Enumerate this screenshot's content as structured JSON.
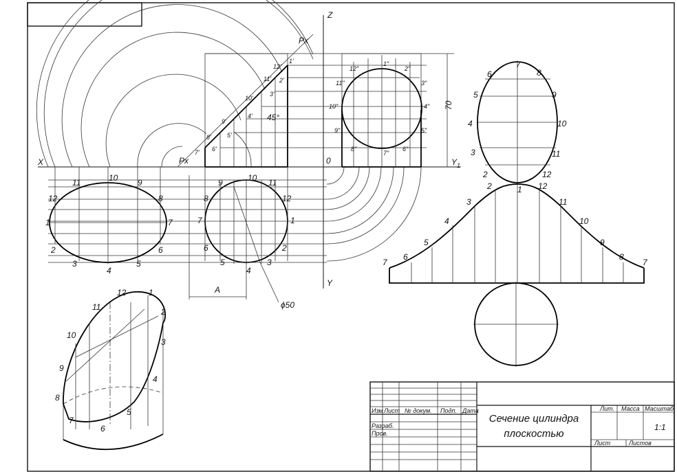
{
  "drawing": {
    "axes": {
      "z": "Z",
      "y": "Y",
      "x": "X",
      "y1": "Y",
      "y1_sub": "1",
      "o": "0"
    },
    "plane_labels": {
      "px_top": "Px",
      "px_mid": "Px"
    },
    "dimensions": {
      "height": "70",
      "angle": "45°",
      "diameter": "ϕ50",
      "offset": "A"
    },
    "top_view_numbers": [
      "1",
      "2",
      "3",
      "4",
      "5",
      "6",
      "7",
      "8",
      "9",
      "10",
      "11",
      "12"
    ],
    "true_shape_numbers": [
      "1",
      "2",
      "3",
      "4",
      "5",
      "6",
      "7",
      "8",
      "9",
      "10",
      "11",
      "12"
    ],
    "ellipse_numbers": [
      "1",
      "2",
      "3",
      "4",
      "5",
      "6",
      "7",
      "8",
      "9",
      "10",
      "11",
      "12"
    ],
    "development_numbers": [
      "1",
      "2",
      "3",
      "4",
      "5",
      "6",
      "7",
      "7",
      "8",
      "9",
      "10",
      "11",
      "12"
    ],
    "front_primes": [
      "1'",
      "2'",
      "3'",
      "4'",
      "5'",
      "6'",
      "7'",
      "8'",
      "9'",
      "10'",
      "11'",
      "12'"
    ],
    "side_primes": [
      "1\"",
      "2\"",
      "3\"",
      "4\"",
      "5\"",
      "6\"",
      "7\"",
      "8\"",
      "9\"",
      "10\"",
      "11\"",
      "12\""
    ]
  },
  "title_block": {
    "title_line1": "Сечение цилиндра",
    "title_line2": "плоскостью",
    "col_izm": "Изм",
    "col_list": "Лист",
    "col_doc": "№ докум.",
    "col_sign": "Подп.",
    "col_date": "Дата",
    "row_razrab": "Разраб.",
    "row_prov": "Пров.",
    "lit": "Лит.",
    "massa": "Масса",
    "masshtab": "Масштаб",
    "scale_value": "1:1",
    "list": "Лист",
    "listov": "Листов"
  }
}
